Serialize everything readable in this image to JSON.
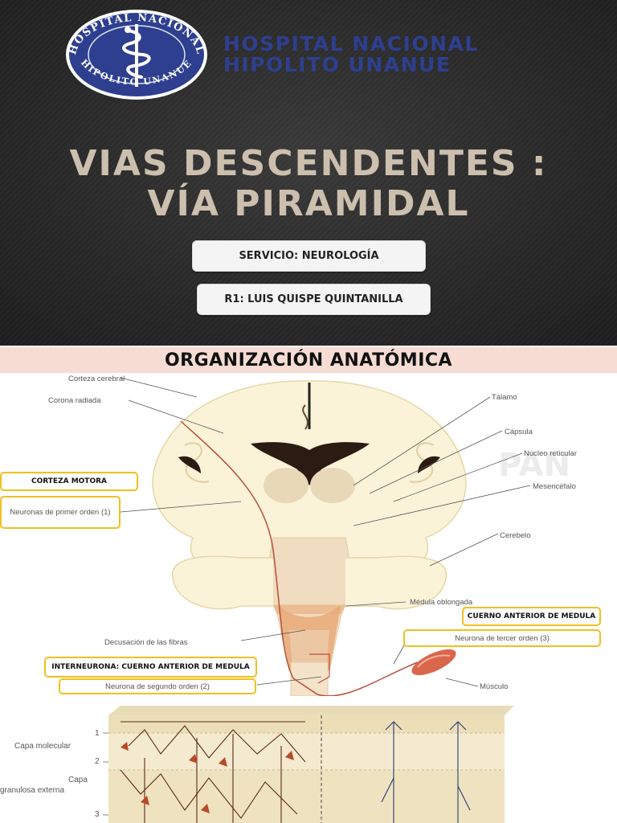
{
  "slide1": {
    "logo": {
      "ring_text": "HOSPITAL NACIONAL HIPOLITO UNANUE",
      "symbol": "caduceus-icon"
    },
    "hospital_name_line1": "HOSPITAL NACIONAL",
    "hospital_name_line2": "HIPOLITO UNANUE",
    "title_line1": "VIAS DESCENDENTES :",
    "title_line2": "VÍA PIRAMIDAL",
    "service_label": "SERVICIO: NEUROLOGÍA",
    "author_label": "R1: LUIS QUISPE QUINTANILLA",
    "colors": {
      "background": "#2a2a2a",
      "title": "#cdbfae",
      "brand": "#2e3f8f"
    }
  },
  "slide2": {
    "header": "ORGANIZACIÓN ANATÓMICA",
    "labels": {
      "corteza_cerebral": "Corteza cerebral",
      "corona_radiada": "Corona radiada",
      "talamo": "Tálamo",
      "capsula": "Cápsula",
      "nucleo_reticular": "Núcleo reticular",
      "mesencefalo": "Mesencéfalo",
      "cerebelo": "Cerebelo",
      "medula_oblongada": "Médula oblongada",
      "decusacion": "Decusación de las fibras",
      "musculo": "Músculo"
    },
    "boxes": {
      "corteza_motora": "CORTEZA MOTORA",
      "neuronas_primer_orden": "Neuronas de primer orden (1)",
      "cuerno_anterior": "CUERNO ANTERIOR DE MEDULA",
      "neurona_tercer_orden": "Neurona de tercer orden (3)",
      "interneurona": "INTERNEURONA: CUERNO ANTERIOR DE MEDULA",
      "neurona_segundo_orden": "Neurona de segundo orden (2)"
    },
    "colors": {
      "header_bg": "#f6dcd3",
      "box_border": "#f0c020"
    }
  },
  "slide3": {
    "layers": {
      "n1": "1",
      "capa_molecular": "Capa molecular",
      "n2": "2",
      "capa": "Capa",
      "granulosa_externa": "granulosa externa",
      "n3": "3"
    }
  }
}
